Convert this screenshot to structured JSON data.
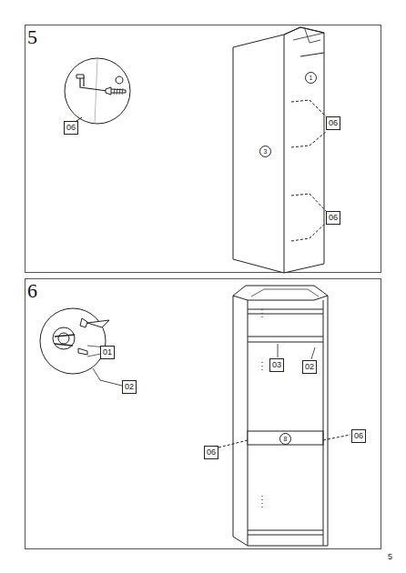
{
  "diagram": {
    "labels": [
      "5",
      "06",
      "1",
      "3",
      "06",
      "06",
      "6",
      "01",
      "02",
      "03",
      "02",
      "8",
      "06",
      "06",
      "5"
    ]
  }
}
